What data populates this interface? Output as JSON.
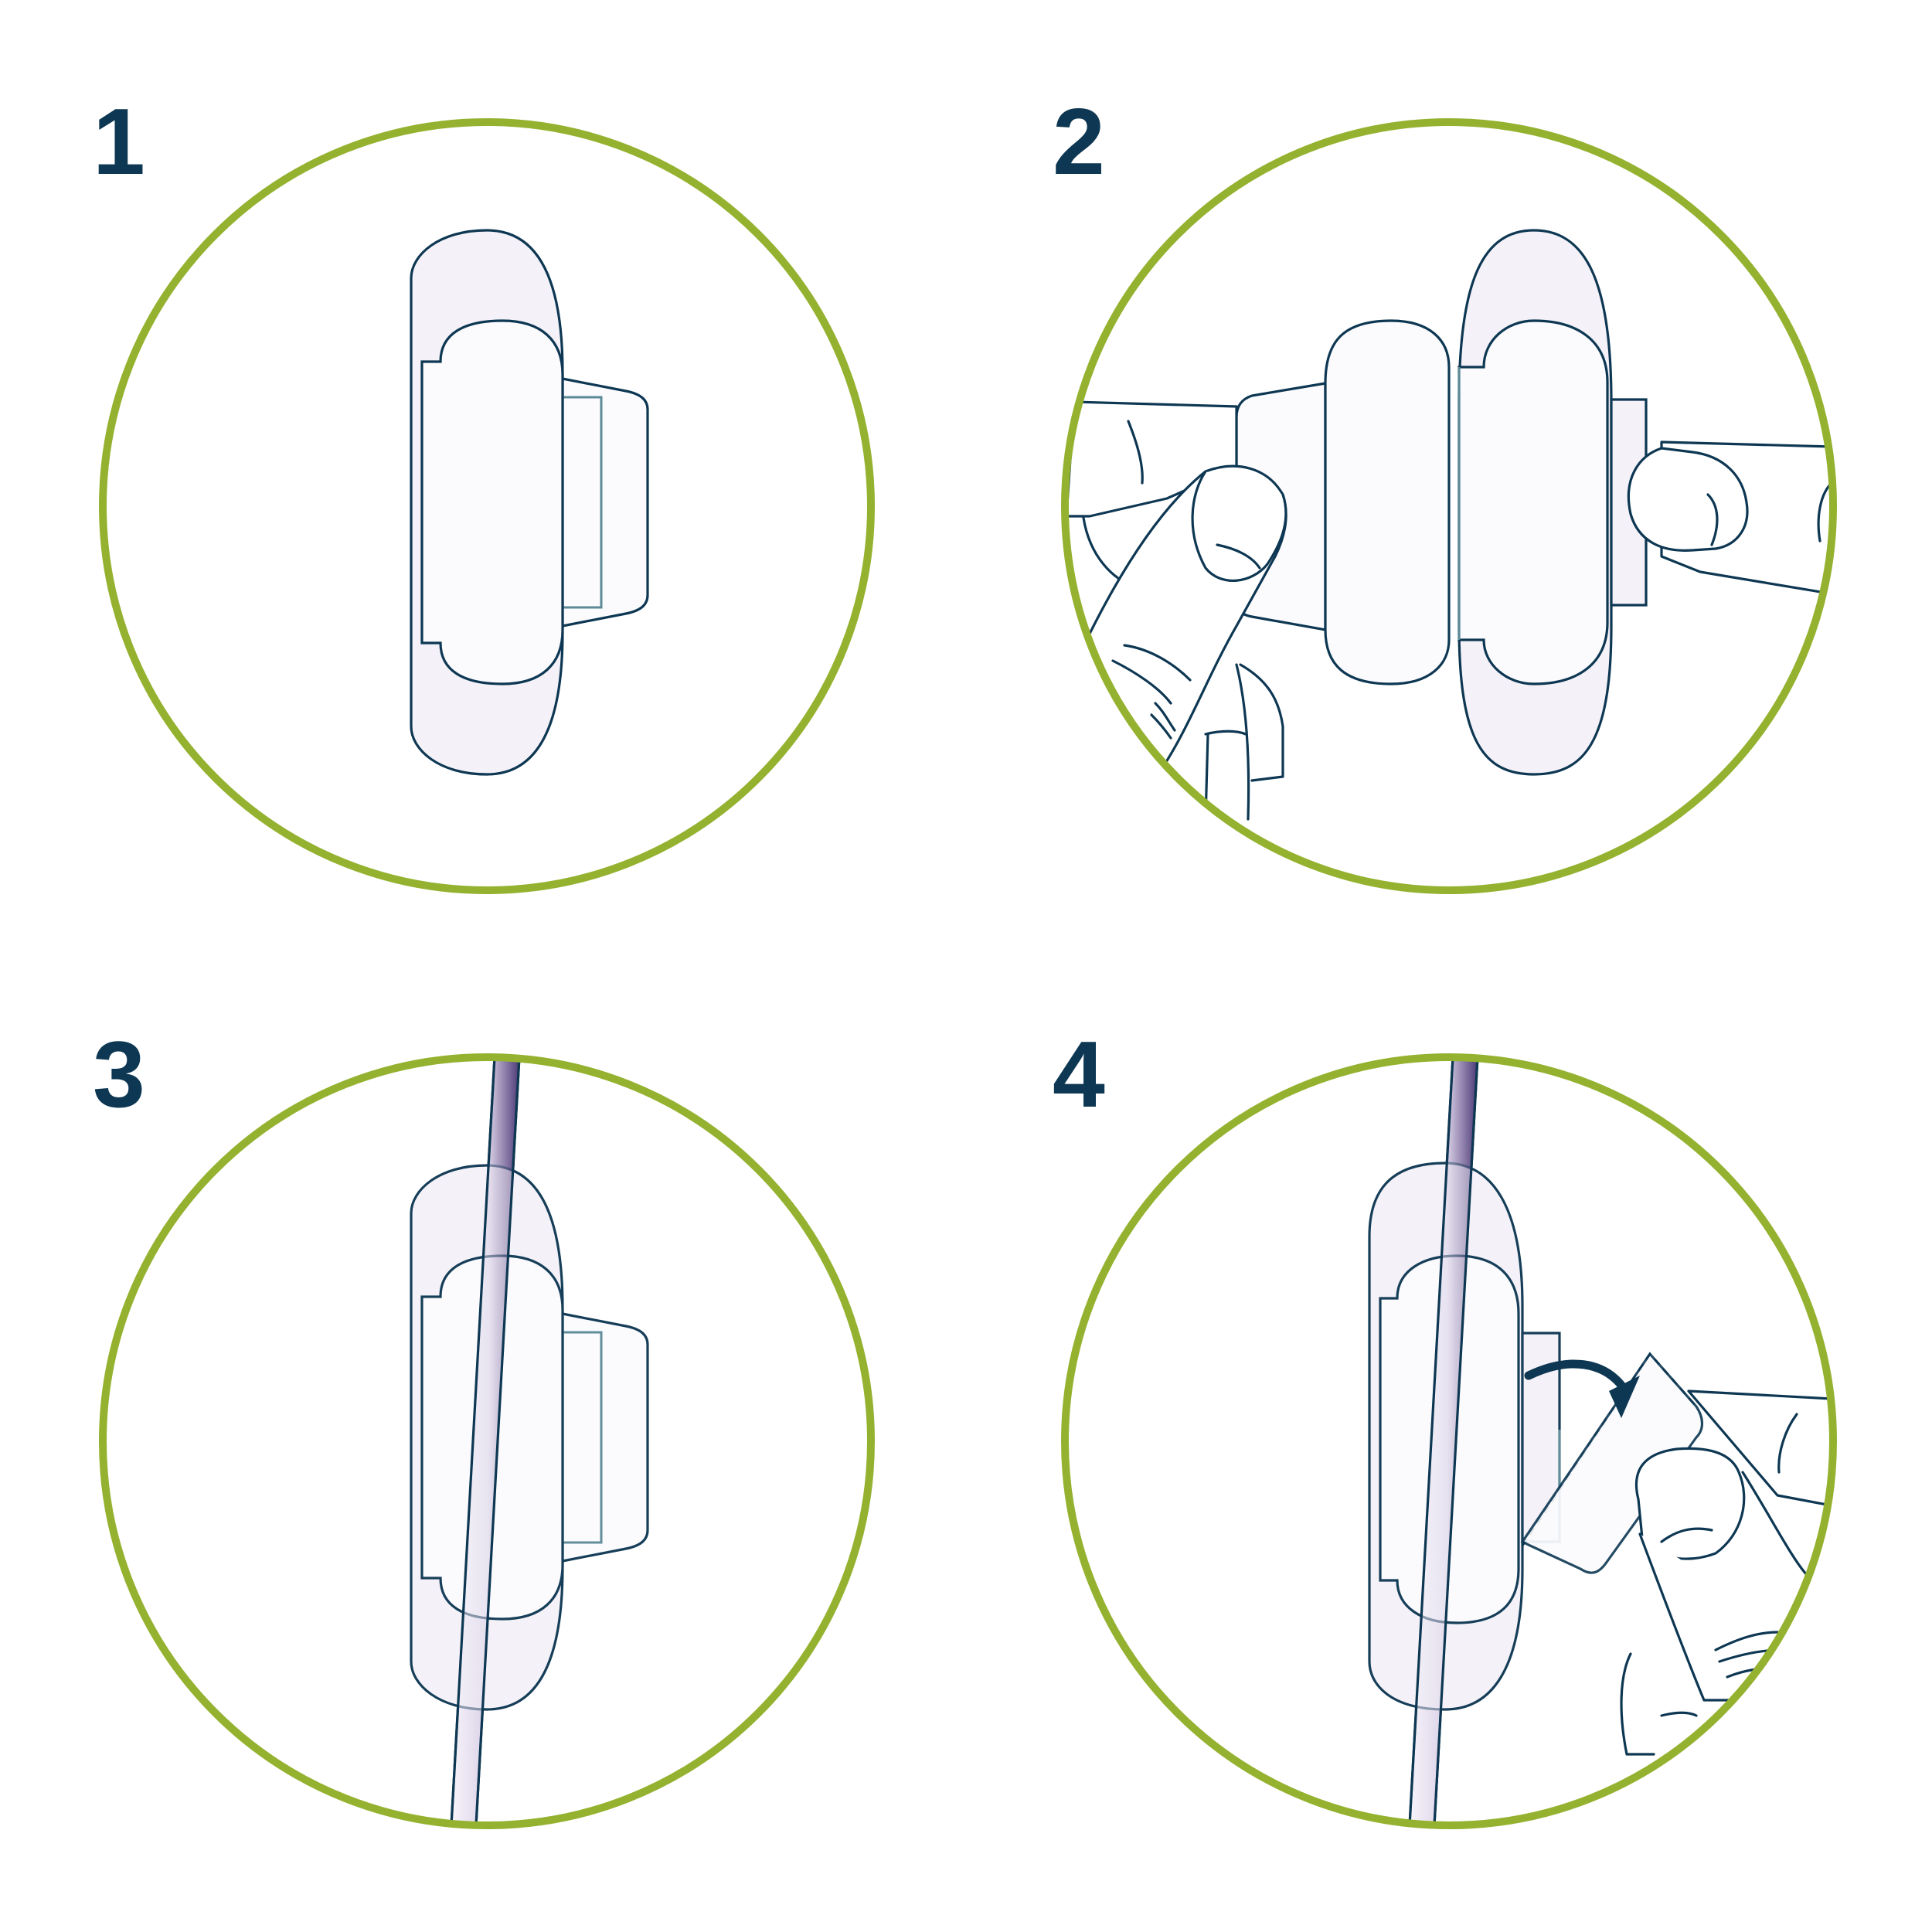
{
  "colors": {
    "ring": "#94B22F",
    "ink": "#0D3752",
    "pad_fill": "#F4F2F8",
    "film_fill": "#FBFBFE",
    "liner_stroke": "#5C8A97",
    "tube_light": "#F7F4FB",
    "tube_dark": "#4D3A77",
    "background": "#FFFFFF"
  },
  "steps": [
    {
      "number": "1"
    },
    {
      "number": "2"
    },
    {
      "number": "3"
    },
    {
      "number": "4"
    }
  ]
}
